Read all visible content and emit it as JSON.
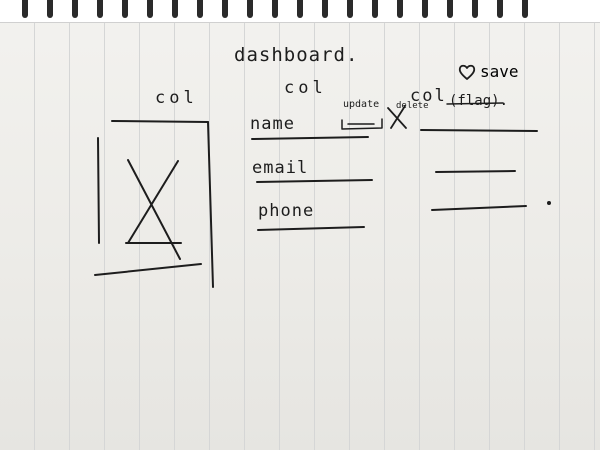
{
  "dashboard": {
    "title": "dashboard.",
    "columns": [
      {
        "label": "col"
      },
      {
        "label": "col"
      },
      {
        "label": "col"
      }
    ],
    "flag_label": "(flag).",
    "save_label": "save",
    "update_label": "update",
    "delete_label": "delete",
    "fields": [
      {
        "label": "name"
      },
      {
        "label": "email"
      },
      {
        "label": "phone"
      }
    ]
  },
  "colors": {
    "ink": "#1d1d1d",
    "paper": "#efeeea",
    "rule": "#d5d6d6"
  },
  "icons": [
    "heart-icon",
    "image-placeholder-icon",
    "delete-x-icon"
  ]
}
